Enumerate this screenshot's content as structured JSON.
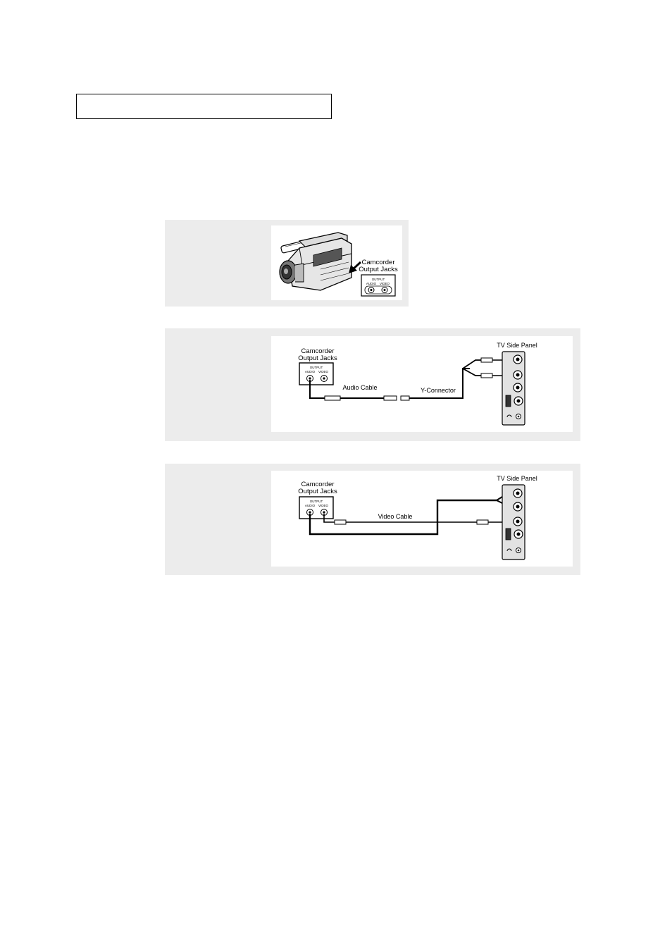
{
  "page": {
    "title": ""
  },
  "step1": {
    "jacks_label_line1": "Camcorder",
    "jacks_label_line2": "Output Jacks",
    "output_label": "OUTPUT",
    "audio_label": "AUDIO",
    "video_label": "VIDEO"
  },
  "step2": {
    "jacks_label_line1": "Camcorder",
    "jacks_label_line2": "Output Jacks",
    "output_label": "OUTPUT",
    "audio_label": "AUDIO",
    "video_label": "VIDEO",
    "tv_panel_label": "TV Side Panel",
    "audio_cable_label": "Audio Cable",
    "y_connector_label": "Y-Connector"
  },
  "step3": {
    "jacks_label_line1": "Camcorder",
    "jacks_label_line2": "Output Jacks",
    "output_label": "OUTPUT",
    "audio_label": "AUDIO",
    "video_label": "VIDEO",
    "tv_panel_label": "TV Side Panel",
    "video_cable_label": "Video Cable"
  },
  "colors": {
    "panel_bg": "#ececec",
    "figure_bg": "#ffffff",
    "line": "#000000"
  }
}
